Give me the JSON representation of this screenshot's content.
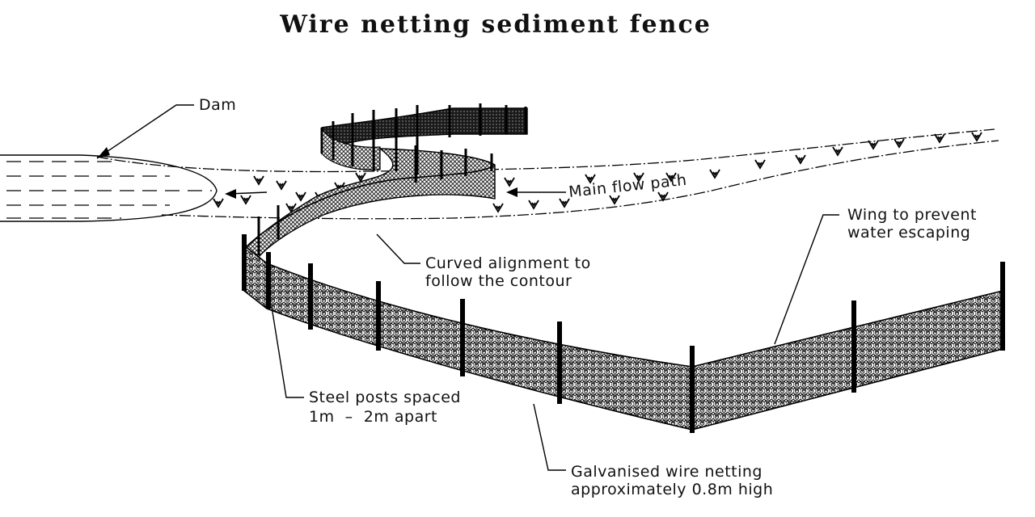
{
  "diagram": {
    "title": "Wire netting sediment fence",
    "labels": {
      "dam": "Dam",
      "main_flow_path": "Main flow path",
      "wing": [
        "Wing to prevent",
        "water escaping"
      ],
      "curved": [
        "Curved alignment to",
        "follow the contour"
      ],
      "posts": [
        "Steel posts spaced",
        "1m  –  2m apart"
      ],
      "netting": [
        "Galvanised wire netting",
        "approximately 0.8m high"
      ]
    },
    "colors": {
      "ink": "#000000",
      "background": "#ffffff"
    }
  }
}
